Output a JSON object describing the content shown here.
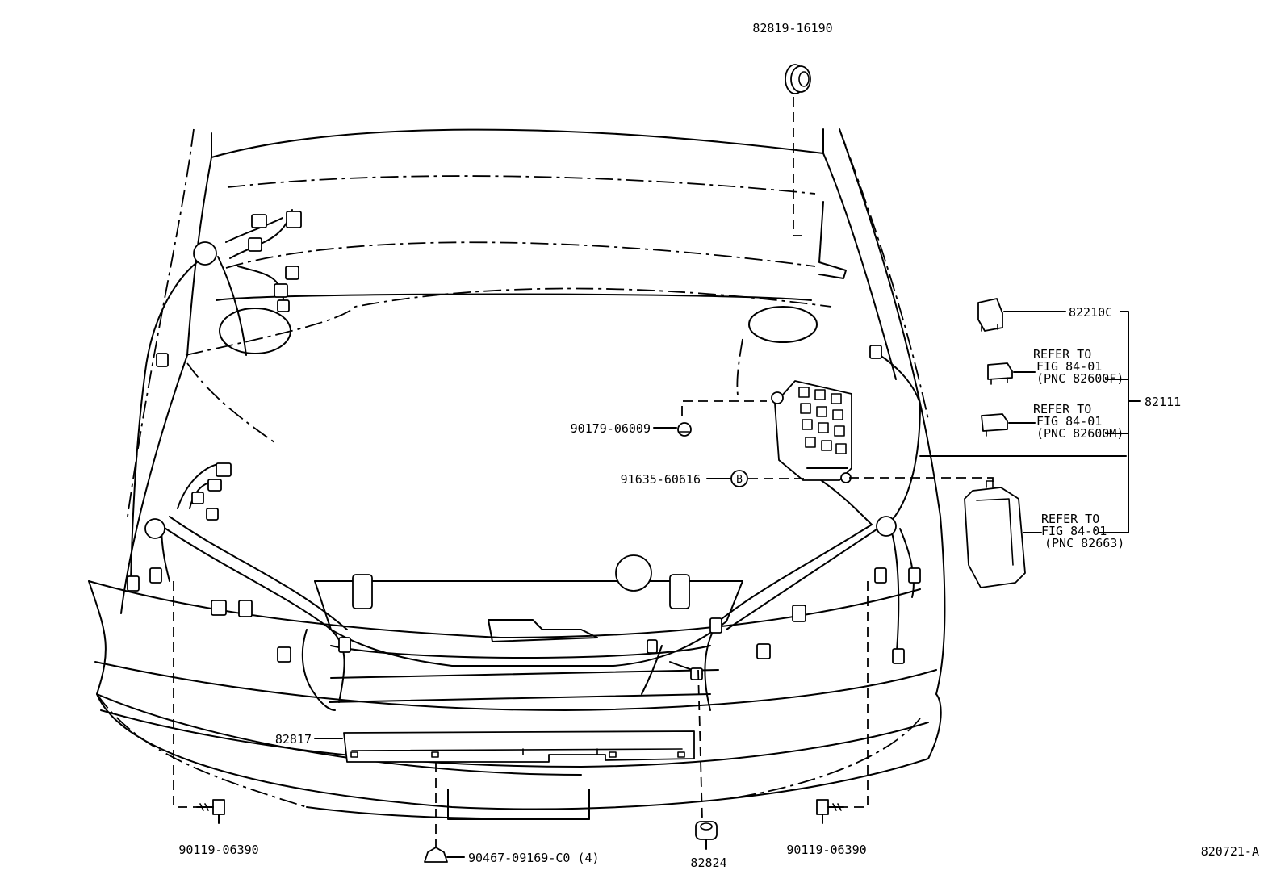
{
  "diagram": {
    "labels": {
      "grommet_top": "82819-16190",
      "relay": "82210C",
      "harness": "82111",
      "ref1_line1": "REFER TO",
      "ref1_line2": "FIG 84-01",
      "ref1_line3": "(PNC 82600F)",
      "ref2_line1": "REFER TO",
      "ref2_line2": "FIG 84-01",
      "ref2_line3": "(PNC 82600M)",
      "ref3_line1": "REFER TO",
      "ref3_line2": "FIG 84-01",
      "ref3_line3": "(PNC 82663)",
      "clip": "90179-06009",
      "bolt": "91635-60616",
      "bolt_marker": "B",
      "protector": "82817",
      "screw_left": "90119-06390",
      "screw_right": "90119-06390",
      "clamp": "90467-09169-C0 (4)",
      "grommet_bottom": "82824",
      "figure_number": "820721-A"
    }
  }
}
